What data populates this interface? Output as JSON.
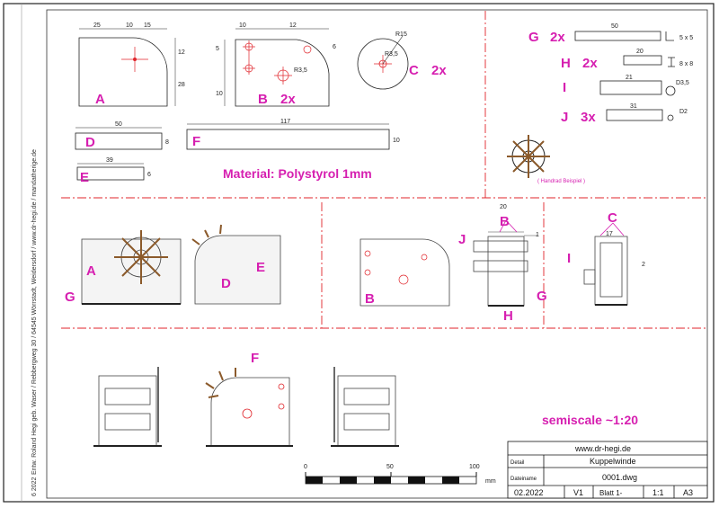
{
  "labels": {
    "A": "A",
    "B": "B",
    "C": "C",
    "D": "D",
    "E": "E",
    "F": "F",
    "G": "G",
    "H": "H",
    "I": "I",
    "J": "J",
    "qty_2x": "2x",
    "qty_3x": "3x"
  },
  "material": "Material: Polystyrol  1mm",
  "scale_note": "semiscale   ~1:20",
  "handrad_note": "( Handrad Beispiel )",
  "side_text": "Entw. Roland Hegi geb. Waser / Rebbergweg 30 / 64545 Wörrstadt, Weidersdorf / www.dr-hegi.de / mandatherige.de",
  "side_year": "6 2022",
  "dims": {
    "a_25": "25",
    "a_10": "10",
    "a_15": "15",
    "a_12": "12",
    "a_28": "28",
    "b_5": "5",
    "b_10": "10",
    "b_12": "12",
    "b_6": "6",
    "b_r": "R3,5",
    "b_2": "10",
    "c_r1": "R15",
    "c_r2": "R3,5",
    "d_50": "50",
    "d_8": "8",
    "e_39": "39",
    "e_6": "6",
    "f_117": "117",
    "f_10": "10",
    "g_50": "50",
    "g_prof": "5 x 5",
    "h_20": "20",
    "h_prof": "8 x 8",
    "i_21": "21",
    "i_d": "D3,5",
    "j_31": "31",
    "j_d": "D2",
    "side_20": "20",
    "side_1": "1",
    "side_17": "17",
    "side_2": "2"
  },
  "scale_bar": {
    "t0": "0",
    "t50": "50",
    "t100": "100",
    "unit": "mm"
  },
  "title_block": {
    "website": "www.dr-hegi.de",
    "detail_label": "Detail",
    "detail_value": "Kuppelwinde",
    "file_label": "Dateiname",
    "file_value": "0001.dwg",
    "date": "02.2022",
    "version": "V1",
    "sheet_label": "Blatt 1-",
    "scale": "1:1",
    "format": "A3"
  }
}
